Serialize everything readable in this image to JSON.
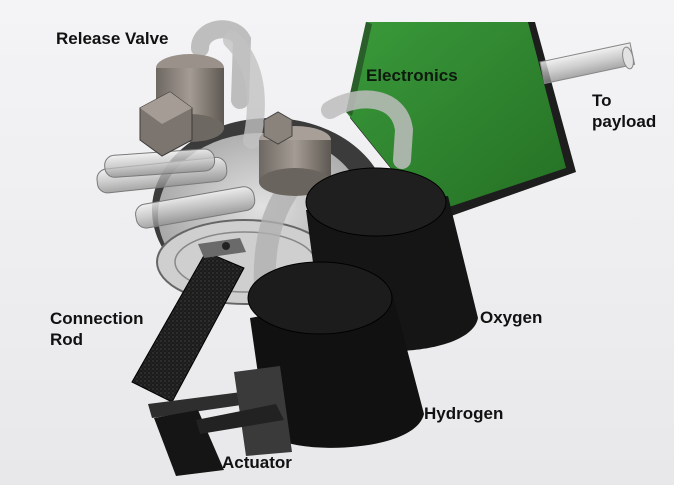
{
  "labels": {
    "release_valve": "Release Valve",
    "electronics": "Electronics",
    "to_payload": "To\npayload",
    "connection_rod": "Connection\nRod",
    "oxygen": "Oxygen",
    "hydrogen": "Hydrogen",
    "actuator": "Actuator"
  },
  "colors": {
    "background": "#eeeef0",
    "electronics_board": "#2f8a2f",
    "tank": "#141414",
    "valve_body": "#8c847c",
    "tube": "#c8c8c8",
    "connection_rod": "#1e1e1e"
  }
}
